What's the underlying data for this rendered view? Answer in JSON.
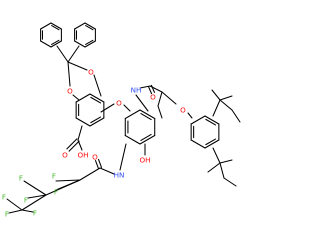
{
  "molecule": {
    "colors": {
      "carbon": "#000000",
      "oxygen": "#ff0d0d",
      "nitrogen": "#3050f8",
      "fluorine": "#49b82f"
    },
    "labels": {
      "ring_o1": "O",
      "ring_o2": "O",
      "ether_o": "O",
      "aryl_ether_o": "O",
      "carboxyl_o": "O",
      "carboxyl_oh": "OH",
      "hydroxy": "OH",
      "amide_nh_1": "NH",
      "amide_o_1": "O",
      "amide_nh_2": "HN",
      "amide_o_2": "O",
      "f1": "F",
      "f2": "F",
      "f3": "F",
      "f4": "F",
      "f5": "F",
      "f6": "F",
      "f7": "F"
    }
  }
}
